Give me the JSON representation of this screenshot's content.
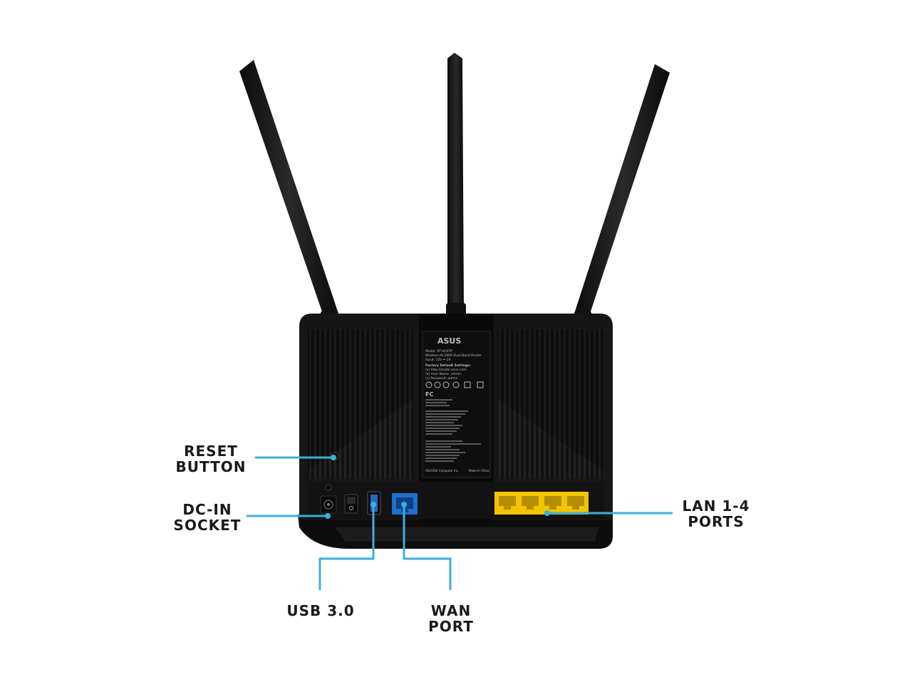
{
  "labels": {
    "reset": {
      "line1": "RESET",
      "line2": "BUTTON"
    },
    "dc_in": {
      "line1": "DC-IN",
      "line2": "SOCKET"
    },
    "usb": {
      "line1": "USB 3.0"
    },
    "wan": {
      "line1": "WAN",
      "line2": "PORT"
    },
    "lan": {
      "line1": "LAN 1-4",
      "line2": "PORTS"
    }
  },
  "sticker": {
    "brand": "ASUS",
    "model_lines": [
      "Model: RT-AC67P",
      "Wireless-AC1900 Dual Band Router",
      "Input: 12V ⎓ 2A"
    ],
    "defaults_title": "Factory Default Settings:",
    "defaults_lines": [
      "(a) http://router.asus.com",
      "(b) User Name: admin",
      "(c) Password: admin"
    ],
    "footer_left": "ASUSTeK Computer Inc.",
    "footer_right": "Made in China"
  },
  "colors": {
    "callout_line": "#3bb0d8",
    "router_body": "#161616",
    "wan_port": "#1f6fd1",
    "lan_port": "#f2c500",
    "usb_port": "#2a63c9"
  }
}
